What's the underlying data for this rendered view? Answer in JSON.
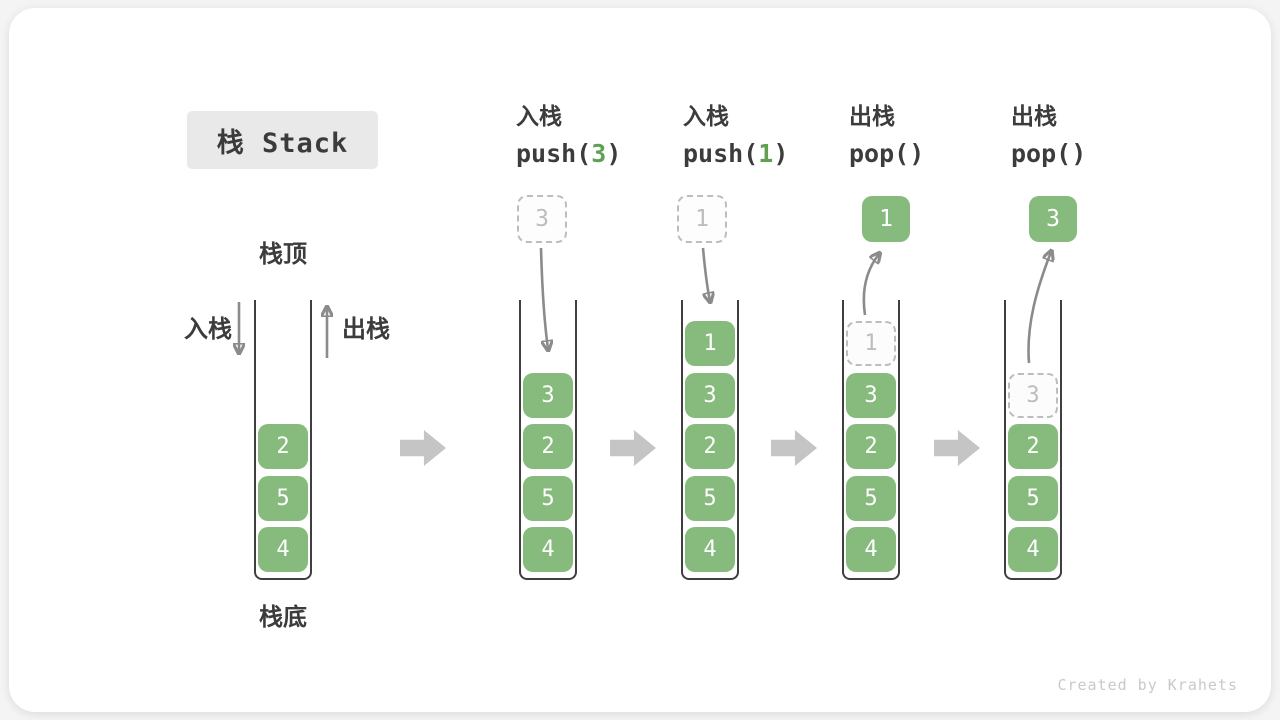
{
  "title": "栈 Stack",
  "labels": {
    "stack_top": "栈顶",
    "stack_bottom": "栈底",
    "push_side": "入栈",
    "pop_side": "出栈"
  },
  "operations": [
    {
      "label": "入栈",
      "code_before": "push(",
      "code_arg": "3",
      "code_after": ")"
    },
    {
      "label": "入栈",
      "code_before": "push(",
      "code_arg": "1",
      "code_after": ")"
    },
    {
      "label": "出栈",
      "code_before": "pop(",
      "code_arg": "",
      "code_after": ")"
    },
    {
      "label": "出栈",
      "code_before": "pop(",
      "code_arg": "",
      "code_after": ")"
    }
  ],
  "floating_values": [
    {
      "value": "3",
      "style": "dashed"
    },
    {
      "value": "1",
      "style": "dashed"
    },
    {
      "value": "1",
      "style": "solid"
    },
    {
      "value": "3",
      "style": "solid"
    }
  ],
  "stacks": [
    {
      "blocks": [
        {
          "value": "2"
        },
        {
          "value": "5"
        },
        {
          "value": "4"
        }
      ]
    },
    {
      "blocks": [
        {
          "value": "3"
        },
        {
          "value": "2"
        },
        {
          "value": "5"
        },
        {
          "value": "4"
        }
      ]
    },
    {
      "blocks": [
        {
          "value": "1"
        },
        {
          "value": "3"
        },
        {
          "value": "2"
        },
        {
          "value": "5"
        },
        {
          "value": "4"
        }
      ]
    },
    {
      "blocks": [
        {
          "value": "1",
          "ghost": true
        },
        {
          "value": "3"
        },
        {
          "value": "2"
        },
        {
          "value": "5"
        },
        {
          "value": "4"
        }
      ]
    },
    {
      "blocks": [
        {
          "value": "3",
          "ghost": true
        },
        {
          "value": "2"
        },
        {
          "value": "5"
        },
        {
          "value": "4"
        }
      ]
    }
  ],
  "watermark": "Created by Krahets",
  "colors": {
    "block_green": "#86BB7D",
    "code_green": "#5FA052",
    "arrow_gray": "#C5C5C5",
    "curve_gray": "#8B8B8B",
    "ghost_gray": "#BDBDBD",
    "label_dark": "#3C3C3C",
    "title_bg": "#E9E9E9",
    "watermark_gray": "#C9C9C9"
  }
}
